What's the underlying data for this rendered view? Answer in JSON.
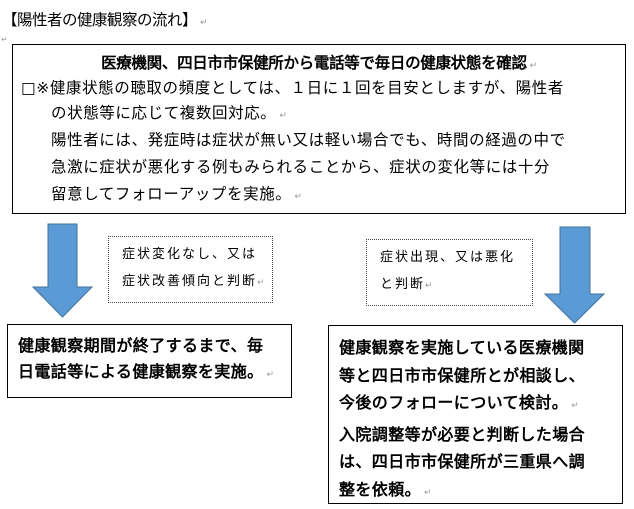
{
  "document": {
    "title": "【陽性者の健康観察の流れ】",
    "paragraph_mark": "↵",
    "stray_mark": "↵"
  },
  "main_box": {
    "heading": "医療機関、四日市市保健所から電話等で毎日の健康状態を確認",
    "lines": [
      "□※健康状態の聴取の頻度としては、１日に１回を目安としますが、陽性者",
      "の状態等に応じて複数回対応。",
      "陽性者には、発症時は症状が無い又は軽い場合でも、時間の経過の中で",
      "急激に症状が悪化する例もみられることから、症状の変化等には十分",
      "留意してフォローアップを実施。"
    ]
  },
  "branches": {
    "left": {
      "condition_lines": [
        "症状変化なし、又は",
        "症状改善傾向と判断"
      ],
      "result_lines": [
        "健康観察期間が終了するまで、毎",
        "日電話等による健康観察を実施。"
      ]
    },
    "right": {
      "condition_lines": [
        "症状出現、又は悪化",
        "と判断"
      ],
      "result_lines": [
        "健康観察を実施している医療機関",
        "等と四日市市保健所とが相談し、",
        "今後のフォローについて検討。",
        "入院調整等が必要と判断した場合",
        "は、四日市市保健所が三重県へ調",
        "整を依頼。"
      ]
    }
  },
  "icons": {
    "left_arrow": "down-arrow-icon",
    "right_arrow": "down-arrow-icon"
  },
  "colors": {
    "arrow_fill": "#5B9BD5",
    "arrow_stroke": "#41719C",
    "border": "#000000",
    "paragraph_mark": "#9a9a9a"
  }
}
